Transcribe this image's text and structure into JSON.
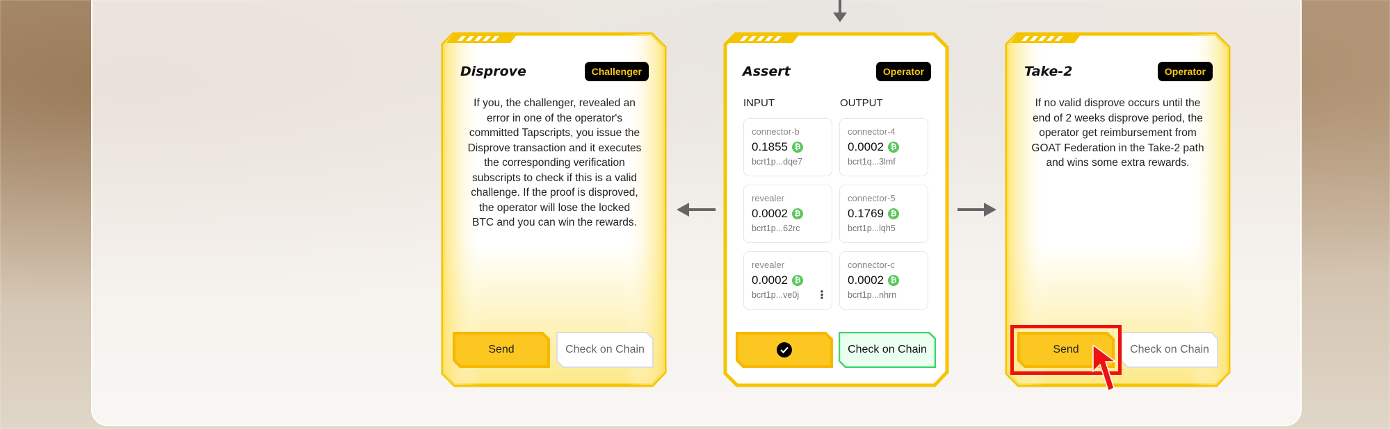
{
  "cards": {
    "disprove": {
      "title": "Disprove",
      "badge": "Challenger",
      "description": "If you, the challenger, revealed an error in one of the operator's committed Tapscripts, you issue the Disprove transaction and it executes the corresponding verification subscripts to check if this is a valid challenge. If the proof is disproved, the operator will lose the locked BTC and you can win the rewards.",
      "send_label": "Send",
      "chain_label": "Check on Chain"
    },
    "assert": {
      "title": "Assert",
      "badge": "Operator",
      "input_label": "INPUT",
      "output_label": "OUTPUT",
      "inputs": [
        {
          "name": "connector-b",
          "amount": "0.1855",
          "address": "bcrt1p...dqe7"
        },
        {
          "name": "revealer",
          "amount": "0.0002",
          "address": "bcrt1p...62rc"
        },
        {
          "name": "revealer",
          "amount": "0.0002",
          "address": "bcrt1p...ve0j"
        }
      ],
      "outputs": [
        {
          "name": "connector-4",
          "amount": "0.0002",
          "address": "bcrt1q...3lmf"
        },
        {
          "name": "connector-5",
          "amount": "0.1769",
          "address": "bcrt1p...lqh5"
        },
        {
          "name": "connector-c",
          "amount": "0.0002",
          "address": "bcrt1p...nhrn"
        }
      ],
      "chain_label": "Check on Chain",
      "more_glyph": "⋮"
    },
    "take2": {
      "title": "Take-2",
      "badge": "Operator",
      "description": "If no valid disprove occurs until the end of 2 weeks disprove period, the operator get reimbursement from GOAT Federation in the Take-2 path and wins some extra rewards.",
      "send_label": "Send",
      "chain_label": "Check on Chain"
    }
  },
  "colors": {
    "card_yellow": "#f8c814",
    "card_border": "#f5c400",
    "btn_orange": "#f6b800",
    "badge_bg": "#000000",
    "badge_text": "#f6c61a",
    "check_green": "#3dd46a",
    "btc_green": "#5ac85a",
    "highlight_red": "#ee1111"
  },
  "icons": [
    "arrow-down-icon",
    "arrow-left-icon",
    "arrow-right-icon",
    "check-circle-icon",
    "bitcoin-icon",
    "kebab-icon",
    "cursor-icon"
  ]
}
